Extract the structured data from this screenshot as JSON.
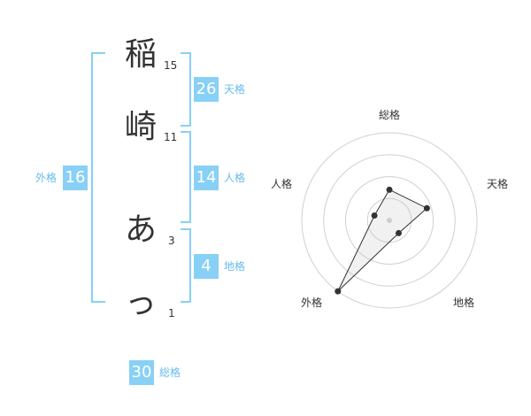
{
  "name": {
    "chars": [
      {
        "char": "稲",
        "strokes": "15"
      },
      {
        "char": "崎",
        "strokes": "11"
      },
      {
        "char": "あ",
        "strokes": "3"
      },
      {
        "char": "っ",
        "strokes": "1"
      }
    ]
  },
  "fortune": {
    "tenkaku": {
      "value": "26",
      "label": "天格"
    },
    "jinkaku": {
      "value": "14",
      "label": "人格"
    },
    "chikaku": {
      "value": "4",
      "label": "地格"
    },
    "gaikaku": {
      "value": "16",
      "label": "外格"
    },
    "soukaku": {
      "value": "30",
      "label": "総格"
    }
  },
  "chart_data": {
    "type": "radar",
    "axes": [
      "総格",
      "天格",
      "地格",
      "外格",
      "人格"
    ],
    "values": [
      0.35,
      0.45,
      0.18,
      1.0,
      0.18
    ],
    "range": [
      0,
      1
    ],
    "rings": 4
  }
}
